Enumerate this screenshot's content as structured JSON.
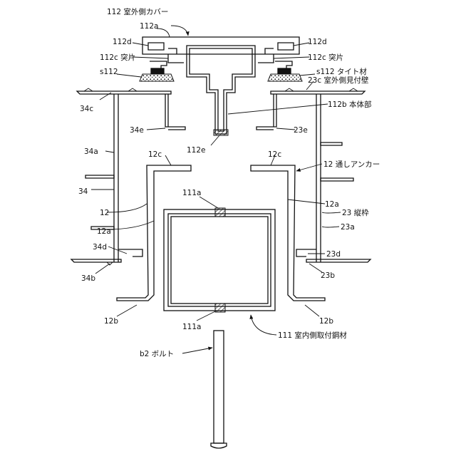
{
  "labels": {
    "cover": "112 室外側カバー",
    "l112a": "112a",
    "l112d_left": "112d",
    "l112d_right": "112d",
    "l112c_left": "112c 突片",
    "l112c_right": "112c 突片",
    "s112_left": "s112",
    "s112_right": "s112 タイト材",
    "l23c": "23c 室外側見付壁",
    "l34c": "34c",
    "l112b": "112b 本体部",
    "l34e": "34e",
    "l23e": "23e",
    "l34a": "34a",
    "l112e": "112e",
    "l12c_left": "12c",
    "l12c_right": "12c",
    "l12_anchor": "12 通しアンカー",
    "l34": "34",
    "l111a_top": "111a",
    "l12a_right": "12a",
    "l12": "12",
    "l23": "23 縦枠",
    "l23a": "23a",
    "l12a_left": "12a",
    "l34d": "34d",
    "l23d": "23d",
    "l34b": "34b",
    "l23b": "23b",
    "l12b_left": "12b",
    "l12b_right": "12b",
    "l111a_bottom": "111a",
    "l111": "111 室内側取付鋼材",
    "l_bolt": "b2 ボルト"
  }
}
